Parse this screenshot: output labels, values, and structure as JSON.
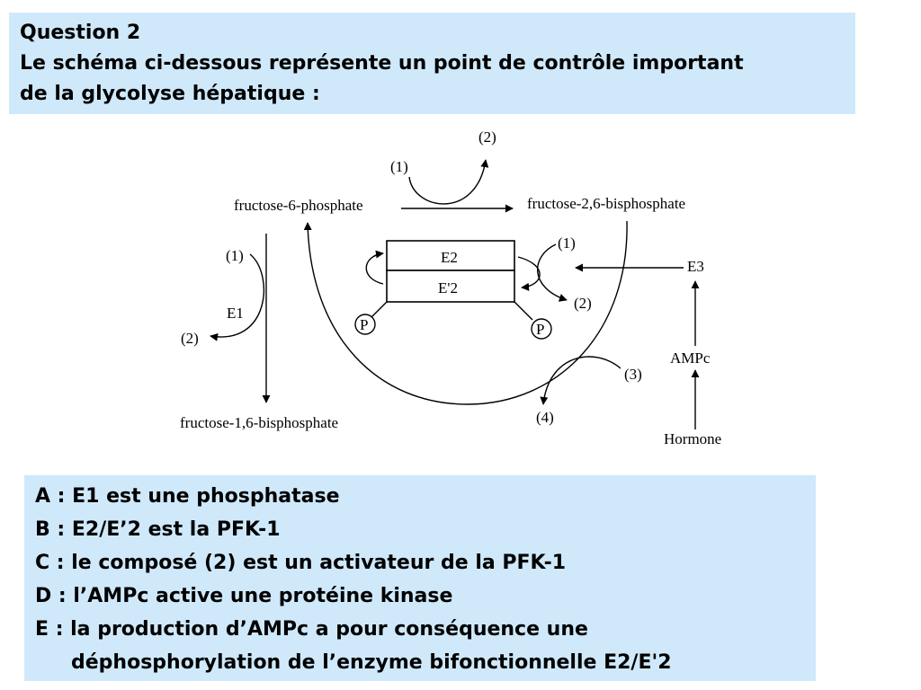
{
  "question": {
    "title": "Question 2",
    "line1": "Le schéma ci-dessous représente un point de contrôle important",
    "line2": "de la glycolyse hépatique :"
  },
  "diagram": {
    "f6p": "fructose-6-phosphate",
    "f26bp": "fructose-2,6-bisphosphate",
    "f16bp": "fructose-1,6-bisphosphate",
    "e1": "E1",
    "e2": "E2",
    "e2p": "E'2",
    "e3": "E3",
    "ampc": "AMPc",
    "hormone": "Hormone",
    "p": "P",
    "n1": "(1)",
    "n2": "(2)",
    "n3": "(3)",
    "n4": "(4)"
  },
  "answers": [
    "A : E1 est une phosphatase",
    "B : E2/E’2 est la PFK-1",
    "C : le composé (2) est un activateur de la PFK-1",
    "D : l’AMPc active une protéine kinase",
    "E : la production d’AMPc a pour conséquence une",
    "déphosphorylation de l’enzyme bifonctionnelle E2/E'2"
  ]
}
